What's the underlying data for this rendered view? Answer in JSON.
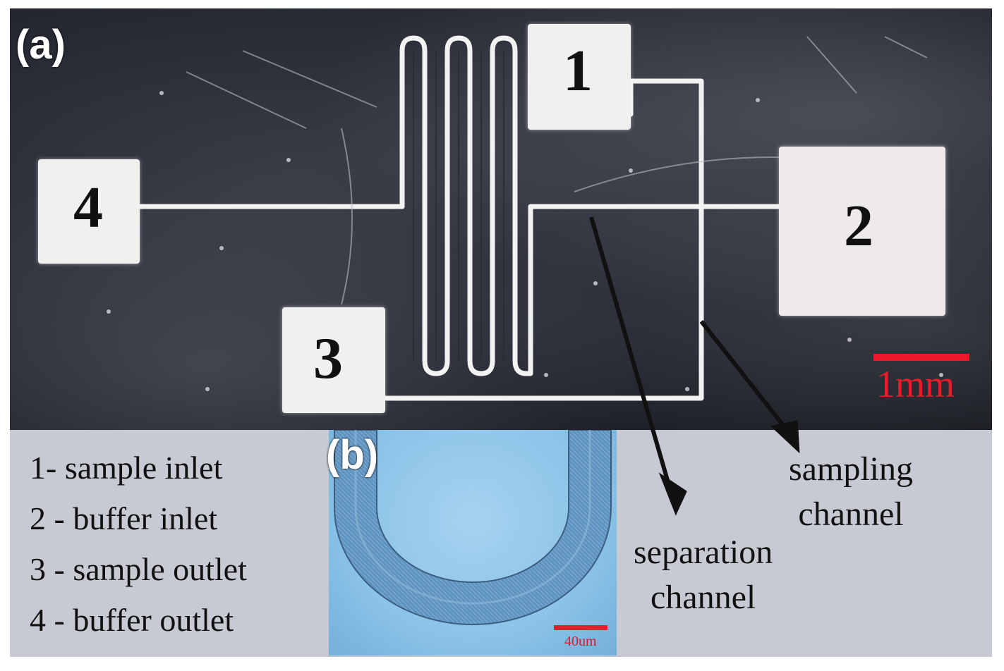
{
  "panel_a": {
    "label": "(a)",
    "ports": [
      {
        "number": "1"
      },
      {
        "number": "2"
      },
      {
        "number": "3"
      },
      {
        "number": "4"
      }
    ],
    "scale_bar": "1mm"
  },
  "legend": [
    "1- sample inlet",
    "2 - buffer inlet",
    "3 - sample outlet",
    "4 - buffer outlet"
  ],
  "panel_b": {
    "label": "(b)",
    "scale_bar": "40um"
  },
  "annotations": {
    "sampling_channel": [
      "sampling",
      "channel"
    ],
    "separation_channel": [
      "separation",
      "channel"
    ]
  },
  "colors": {
    "scale_red": "#ee1a2a",
    "channel_white": "#f4f4f4",
    "background_grey": "#c8cad3"
  }
}
